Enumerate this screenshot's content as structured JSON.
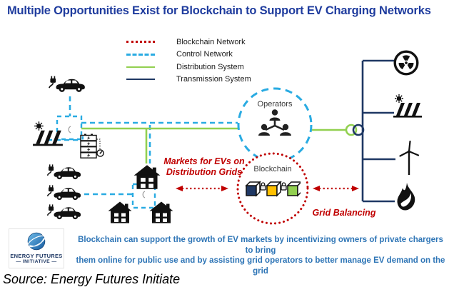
{
  "title": "Multiple Opportunities Exist for Blockchain to Support EV Charging Networks",
  "legend": {
    "items": [
      {
        "label": "Blockchain Network",
        "color": "#C00000",
        "line_style": "dotted"
      },
      {
        "label": "Control Network",
        "color": "#29ABE2",
        "line_style": "dashed"
      },
      {
        "label": "Distribution System",
        "color": "#92D050",
        "line_style": "solid"
      },
      {
        "label": "Transmission System",
        "color": "#1F3864",
        "line_style": "solid"
      }
    ]
  },
  "diagram": {
    "operators_label": "Operators",
    "blockchain_label": "Blockchain",
    "markets_annotation_line1": "Markets for EVs on",
    "markets_annotation_line2": "Distribution Grids",
    "grid_annotation": "Grid Balancing",
    "icons": [
      "ev-car-with-plug",
      "solar-panels",
      "battery-storage",
      "smart-meter",
      "house",
      "operators-group",
      "blockchain-cubes",
      "padlock",
      "nuclear-plant",
      "solar-farm",
      "wind-turbine",
      "natural-gas-flame",
      "transformer-rings",
      "efi-globe-logo"
    ]
  },
  "footer": {
    "caption_line1": "Blockchain can support the growth of EV markets by incentivizing owners of private chargers to bring",
    "caption_line2": "them online for public use and by assisting grid operators to better manage EV demand on the grid",
    "logo_line1": "ENERGY FUTURES",
    "logo_line2": "— INITIATIVE —"
  },
  "source": "Source: Energy Futures Initiate",
  "colors": {
    "title_blue": "#1F3C9E",
    "annotation_red": "#C00000",
    "control_blue": "#29ABE2",
    "distribution_green": "#92D050",
    "transmission_navy": "#1F3864",
    "caption_blue": "#2E75B6"
  }
}
